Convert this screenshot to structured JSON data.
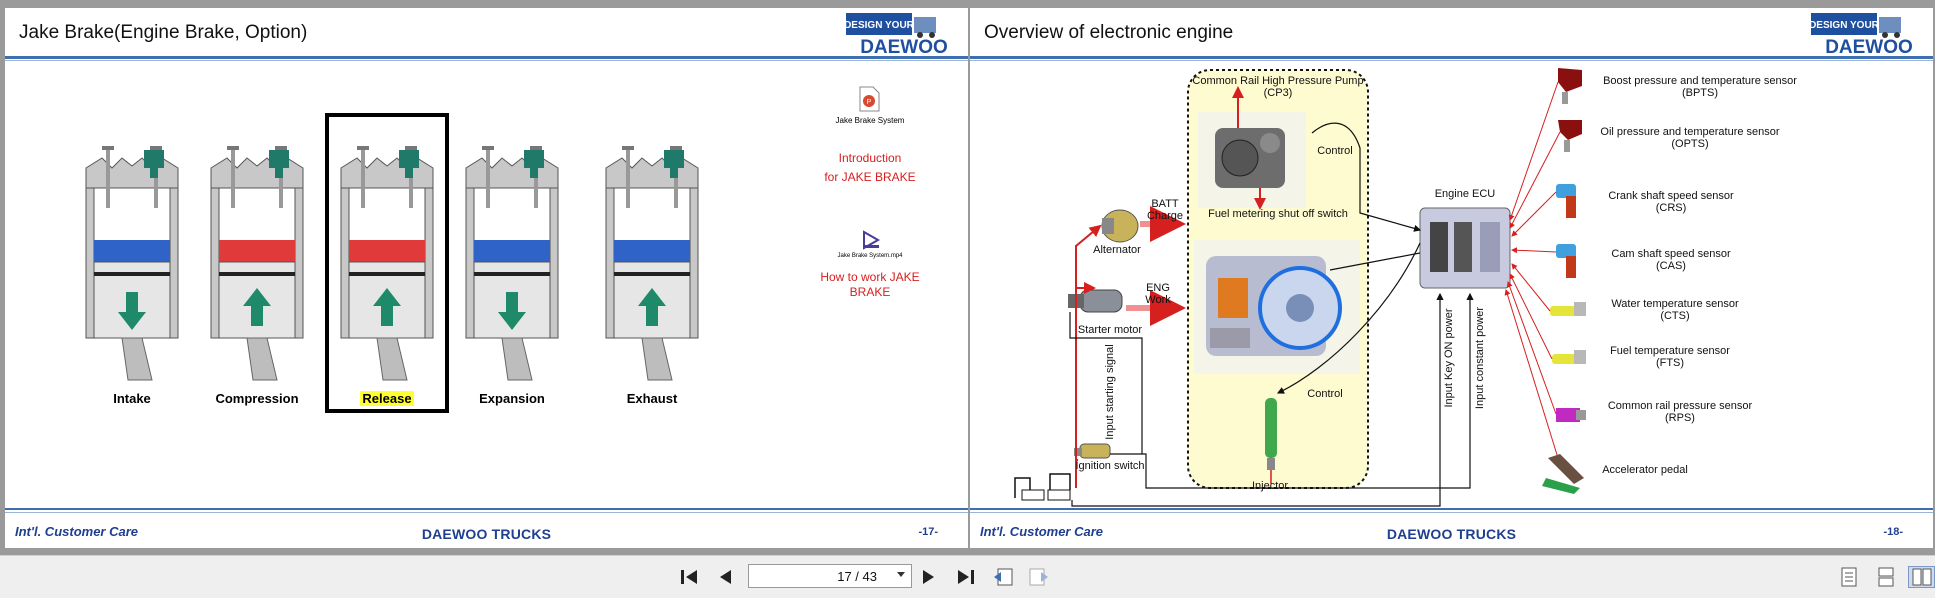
{
  "left_page": {
    "title": "Jake Brake(Engine Brake, Option)",
    "strokes": [
      {
        "label": "Intake",
        "highlight": false
      },
      {
        "label": "Compression",
        "highlight": false
      },
      {
        "label": "Release",
        "highlight": true
      },
      {
        "label": "Expansion",
        "highlight": false
      },
      {
        "label": "Exhaust",
        "highlight": false
      }
    ],
    "file1_caption": "Jake Brake System",
    "link1_line1": "Introduction",
    "link1_line2": "for JAKE BRAKE",
    "file2_caption": "Jake Brake System.mp4",
    "link2_line1": "How to work JAKE",
    "link2_line2": "BRAKE",
    "footer_left": "Int'l. Customer Care",
    "footer_center": "DAEWOO TRUCKS",
    "page_num": "-17-"
  },
  "right_page": {
    "title": "Overview of electronic engine",
    "labels": {
      "cp3_line1": "Common Rail High Pressure Pump",
      "cp3_line2": "(CP3)",
      "control_top": "Control",
      "fuel_metering": "Fuel metering shut off switch",
      "control_bottom": "Control",
      "injector": "Injector",
      "batt_line1": "BATT",
      "batt_line2": "Charge",
      "alternator": "Alternator",
      "eng_line1": "ENG",
      "eng_line2": "Work",
      "starter": "Starter motor",
      "input_starting": "Input starting signal",
      "ignition": "Ignition switch",
      "ecu": "Engine ECU",
      "key_on": "Input Key ON power",
      "constant_power": "Input constant power"
    },
    "sensors": [
      {
        "name": "Boost pressure and temperature sensor",
        "abbr": "(BPTS)"
      },
      {
        "name": "Oil pressure and temperature sensor",
        "abbr": "(OPTS)"
      },
      {
        "name": "Crank shaft speed sensor",
        "abbr": "(CRS)"
      },
      {
        "name": "Cam shaft speed sensor",
        "abbr": "(CAS)"
      },
      {
        "name": "Water temperature sensor",
        "abbr": "(CTS)"
      },
      {
        "name": "Fuel temperature sensor",
        "abbr": "(FTS)"
      },
      {
        "name": "Common rail pressure sensor",
        "abbr": "(RPS)"
      },
      {
        "name": "Accelerator pedal",
        "abbr": ""
      }
    ],
    "footer_left": "Int'l. Customer Care",
    "footer_center": "DAEWOO TRUCKS",
    "page_num": "-18-"
  },
  "logo": {
    "line1": "DESIGN YOUR",
    "line2": "DAEWOO"
  },
  "toolbar": {
    "page_indicator": "17 / 43"
  },
  "colors": {
    "accent": "#3f6faf",
    "brand": "#1f3f8f",
    "link_red": "#d62020",
    "highlight": "#ffff33"
  }
}
